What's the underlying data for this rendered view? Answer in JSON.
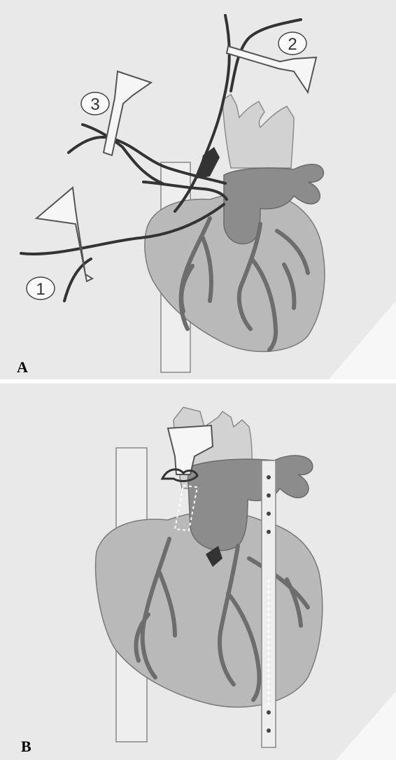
{
  "panels": [
    {
      "letter": "A",
      "callouts": [
        "1",
        "2",
        "3"
      ]
    },
    {
      "letter": "B"
    }
  ],
  "colors": {
    "background": "#e9e9e9",
    "heart": "#b9b9b9",
    "great_vessels": "#8c8c8c",
    "aortic_arch": "#d2d2d2",
    "vena_cava": "#eeeeee",
    "coronary_arteries": "#6d6d6d",
    "sutures": "#333333",
    "cannula": "#f6f6f6"
  }
}
